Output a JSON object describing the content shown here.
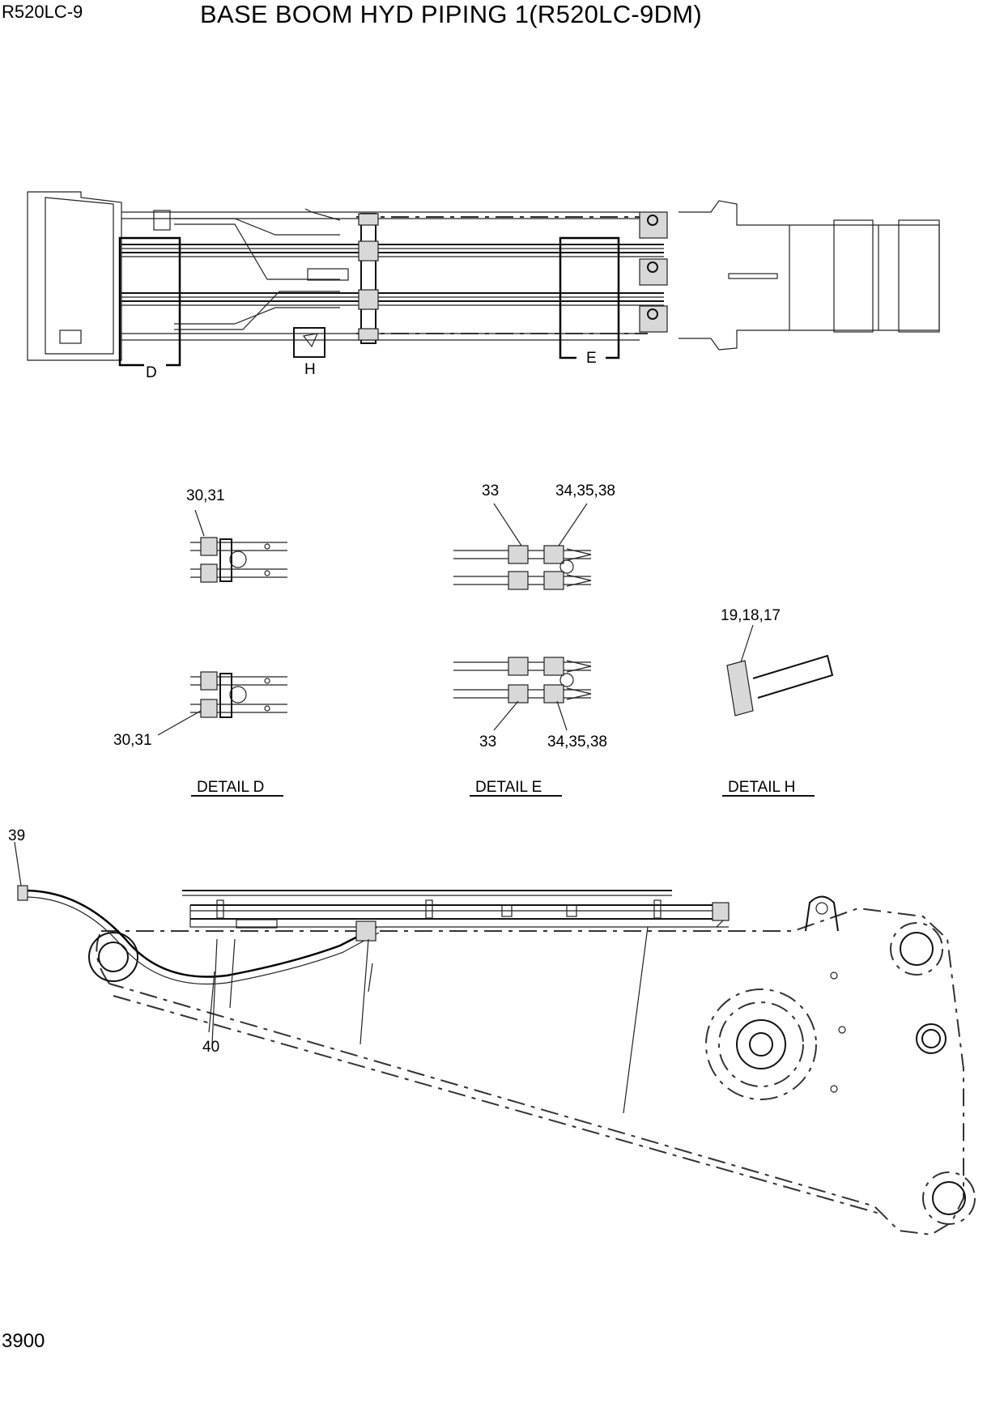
{
  "header": {
    "model": "R520LC-9",
    "title": "BASE BOOM HYD PIPING 1(R520LC-9DM)"
  },
  "footer": {
    "page_number": "3900"
  },
  "top_view": {
    "detail_marks": {
      "d": "D",
      "h": "H",
      "e": "E"
    }
  },
  "details": {
    "d": {
      "caption": "DETAIL  D",
      "upper_callout": "30,31",
      "lower_callout": "30,31"
    },
    "e": {
      "caption": "DETAIL  E",
      "upper_left_callout": "33",
      "upper_right_callout": "34,35,38",
      "lower_left_callout": "33",
      "lower_right_callout": "34,35,38"
    },
    "h": {
      "caption": "DETAIL  H",
      "callout": "19,18,17"
    }
  },
  "side_view": {
    "callout_hose": "39",
    "callout_clamp": "40"
  }
}
